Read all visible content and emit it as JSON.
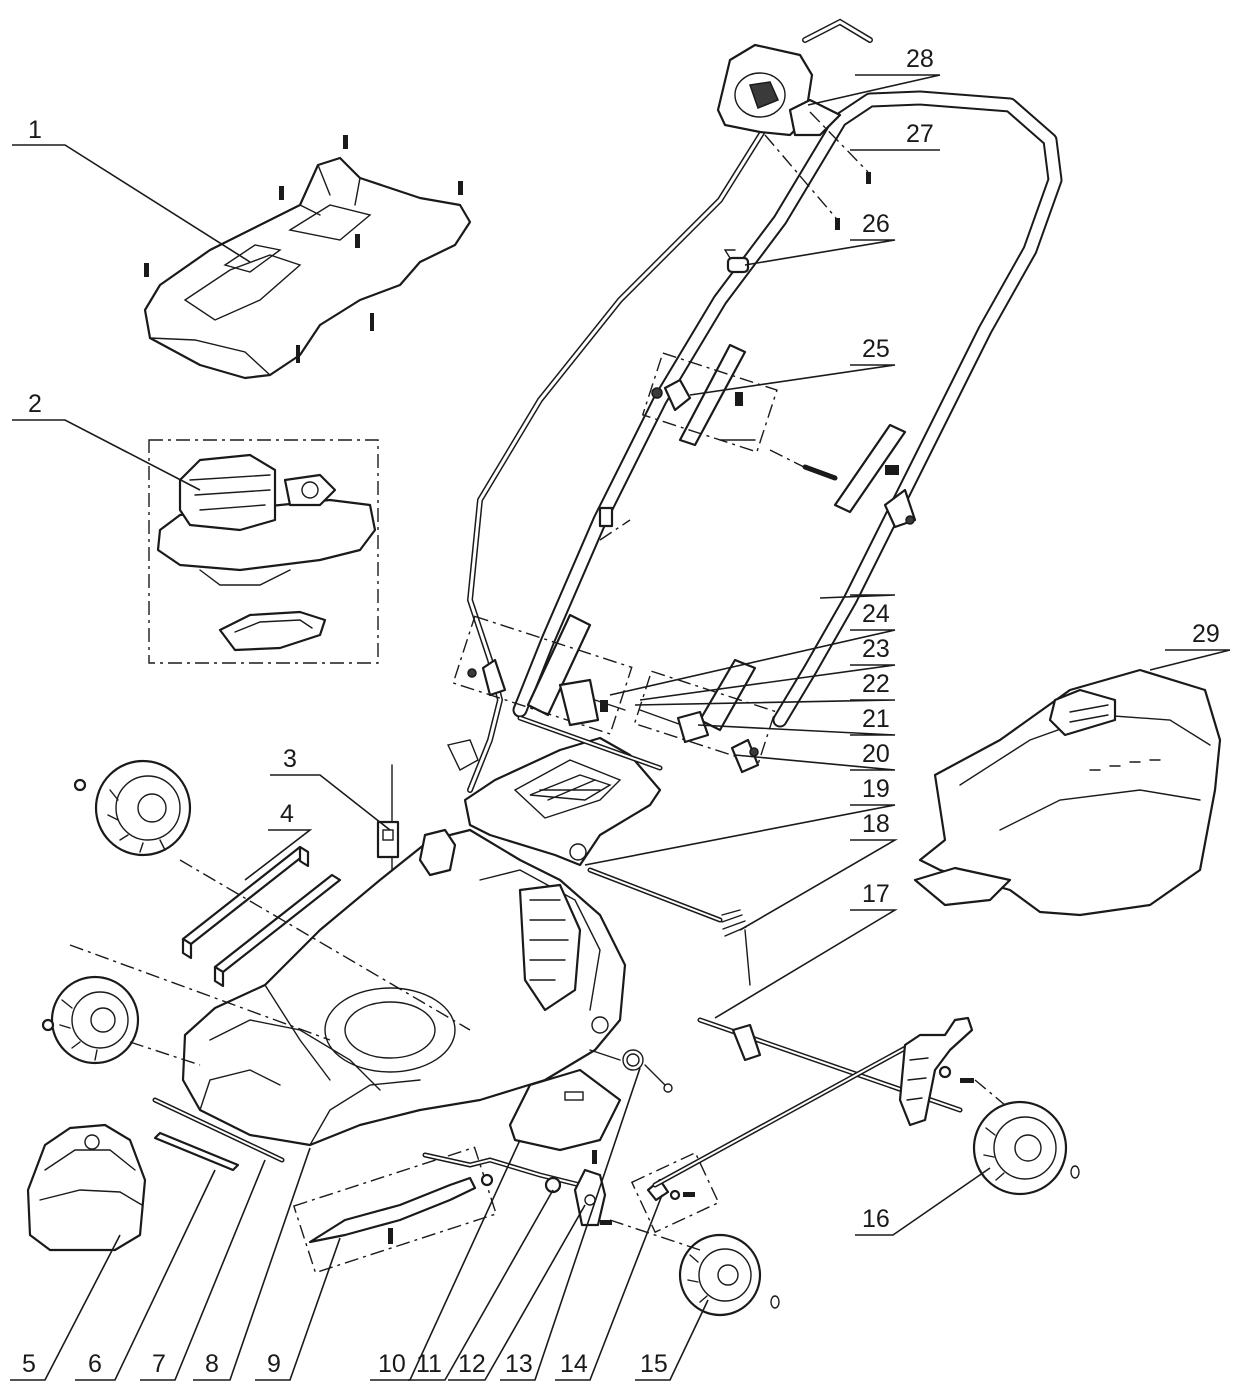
{
  "diagram": {
    "part_numbers": [
      "1",
      "2",
      "3",
      "4",
      "5",
      "6",
      "7",
      "8",
      "9",
      "10",
      "11",
      "12",
      "13",
      "14",
      "15",
      "16",
      "17",
      "18",
      "19",
      "20",
      "21",
      "22",
      "23",
      "24",
      "25",
      "26",
      "27",
      "28",
      "29"
    ]
  }
}
